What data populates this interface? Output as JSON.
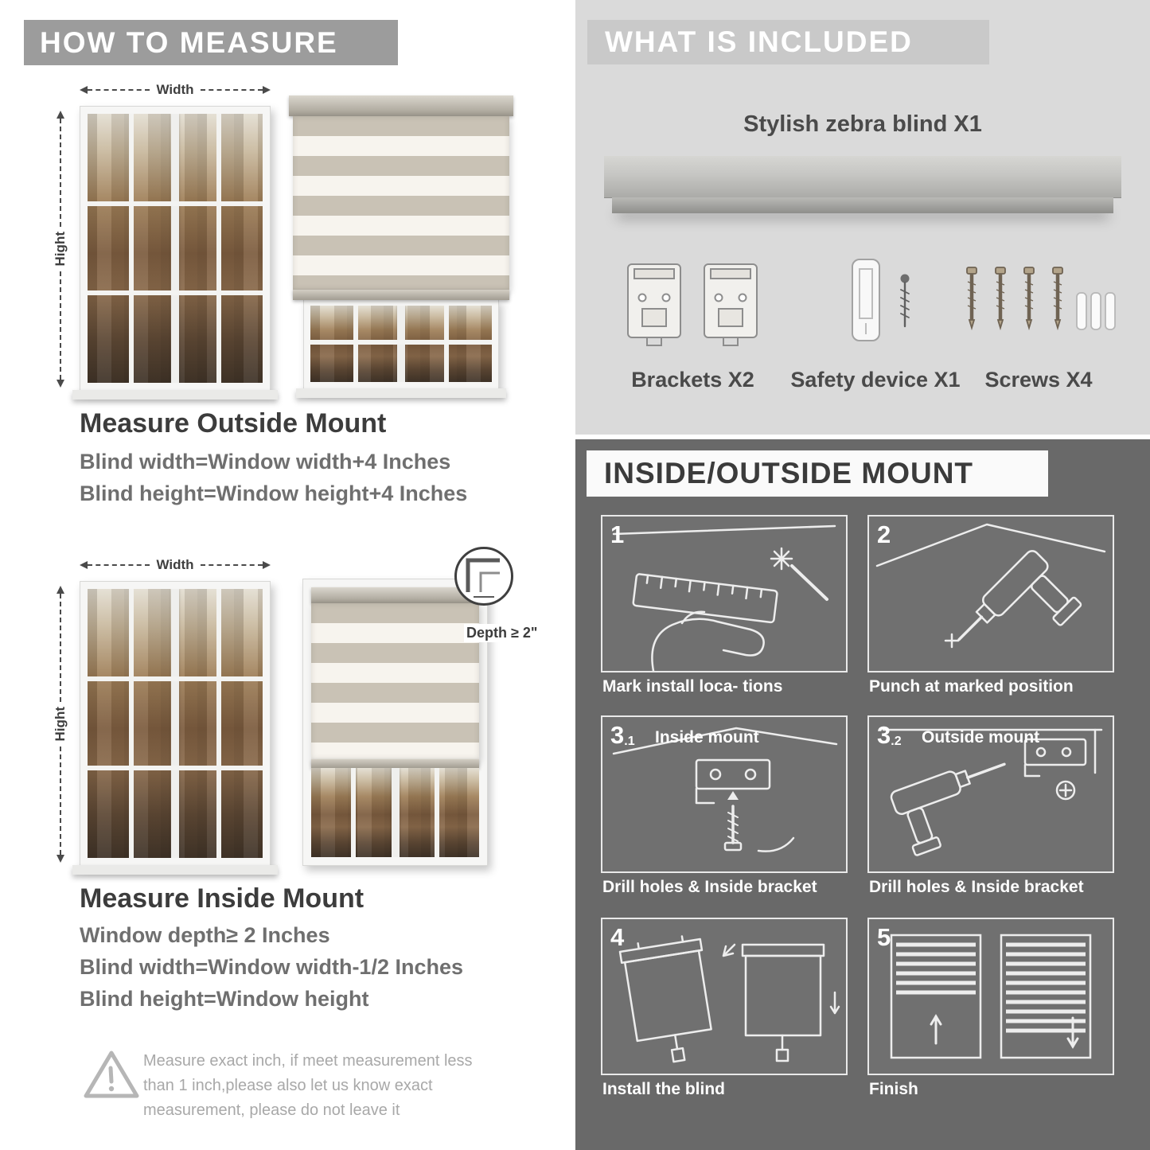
{
  "colors": {
    "header_gray": "#9c9c9c",
    "included_panel_bg": "#dadada",
    "included_header_bg": "#c9c9c9",
    "mount_panel_bg": "#696969",
    "title_text": "#3c3c3c",
    "body_text": "#6f6f6f"
  },
  "measure": {
    "header": "HOW TO MEASURE",
    "outside": {
      "width_label": "Width",
      "height_label": "Hight",
      "title": "Measure Outside Mount",
      "rule1": "Blind width=Window width+4 Inches",
      "rule2": "Blind height=Window height+4 Inches"
    },
    "inside": {
      "width_label": "Width",
      "height_label": "Hight",
      "depth_note": "Depth ≥ 2\"",
      "title": "Measure Inside Mount",
      "rule1": "Window depth≥ 2 Inches",
      "rule2": "Blind width=Window width-1/2 Inches",
      "rule3": "Blind height=Window height"
    },
    "warning": "Measure exact inch, if meet measurement less than 1 inch,please also let us know exact measurement, please do not leave it"
  },
  "included": {
    "header": "WHAT IS INCLUDED",
    "product_label": "Stylish zebra blind X1",
    "items": [
      {
        "label": "Brackets X2"
      },
      {
        "label": "Safety device X1"
      },
      {
        "label": "Screws X4"
      }
    ]
  },
  "mount": {
    "header": "INSIDE/OUTSIDE MOUNT",
    "steps": [
      {
        "num": "1",
        "sub": "",
        "label": "",
        "caption": "Mark install loca- tions"
      },
      {
        "num": "2",
        "sub": "",
        "label": "",
        "caption": "Punch at marked position"
      },
      {
        "num": "3",
        "sub": ".1",
        "label": "Inside mount",
        "caption": "Drill holes & Inside bracket"
      },
      {
        "num": "3",
        "sub": ".2",
        "label": "Outside mount",
        "caption": "Drill holes & Inside bracket"
      },
      {
        "num": "4",
        "sub": "",
        "label": "",
        "caption": "Install the blind"
      },
      {
        "num": "5",
        "sub": "",
        "label": "",
        "caption": "Finish"
      }
    ]
  }
}
